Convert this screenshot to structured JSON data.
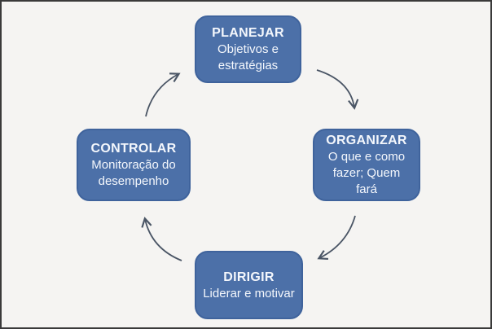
{
  "diagram": {
    "name": "administrative-process-cycle",
    "nodes": [
      {
        "id": "planejar",
        "title": "PLANEJAR",
        "subtitle": "Objetivos e\nestratégias"
      },
      {
        "id": "organizar",
        "title": "ORGANIZAR",
        "subtitle": "O que e como\nfazer; Quem fará"
      },
      {
        "id": "dirigir",
        "title": "DIRIGIR",
        "subtitle": "Liderar e motivar"
      },
      {
        "id": "controlar",
        "title": "CONTROLAR",
        "subtitle": "Monitoração do\ndesempenho"
      }
    ],
    "arrows": [
      {
        "from": "planejar",
        "to": "organizar",
        "direction": "clockwise"
      },
      {
        "from": "organizar",
        "to": "dirigir",
        "direction": "clockwise"
      },
      {
        "from": "dirigir",
        "to": "controlar",
        "direction": "clockwise"
      },
      {
        "from": "controlar",
        "to": "planejar",
        "direction": "clockwise"
      }
    ],
    "colors": {
      "node_fill": "#4c70a8",
      "node_border": "#3f639c",
      "node_text": "#f4f7fc",
      "arrow": "#4a5565",
      "background": "#f5f4f2",
      "frame_border": "#3a3a3a"
    }
  }
}
